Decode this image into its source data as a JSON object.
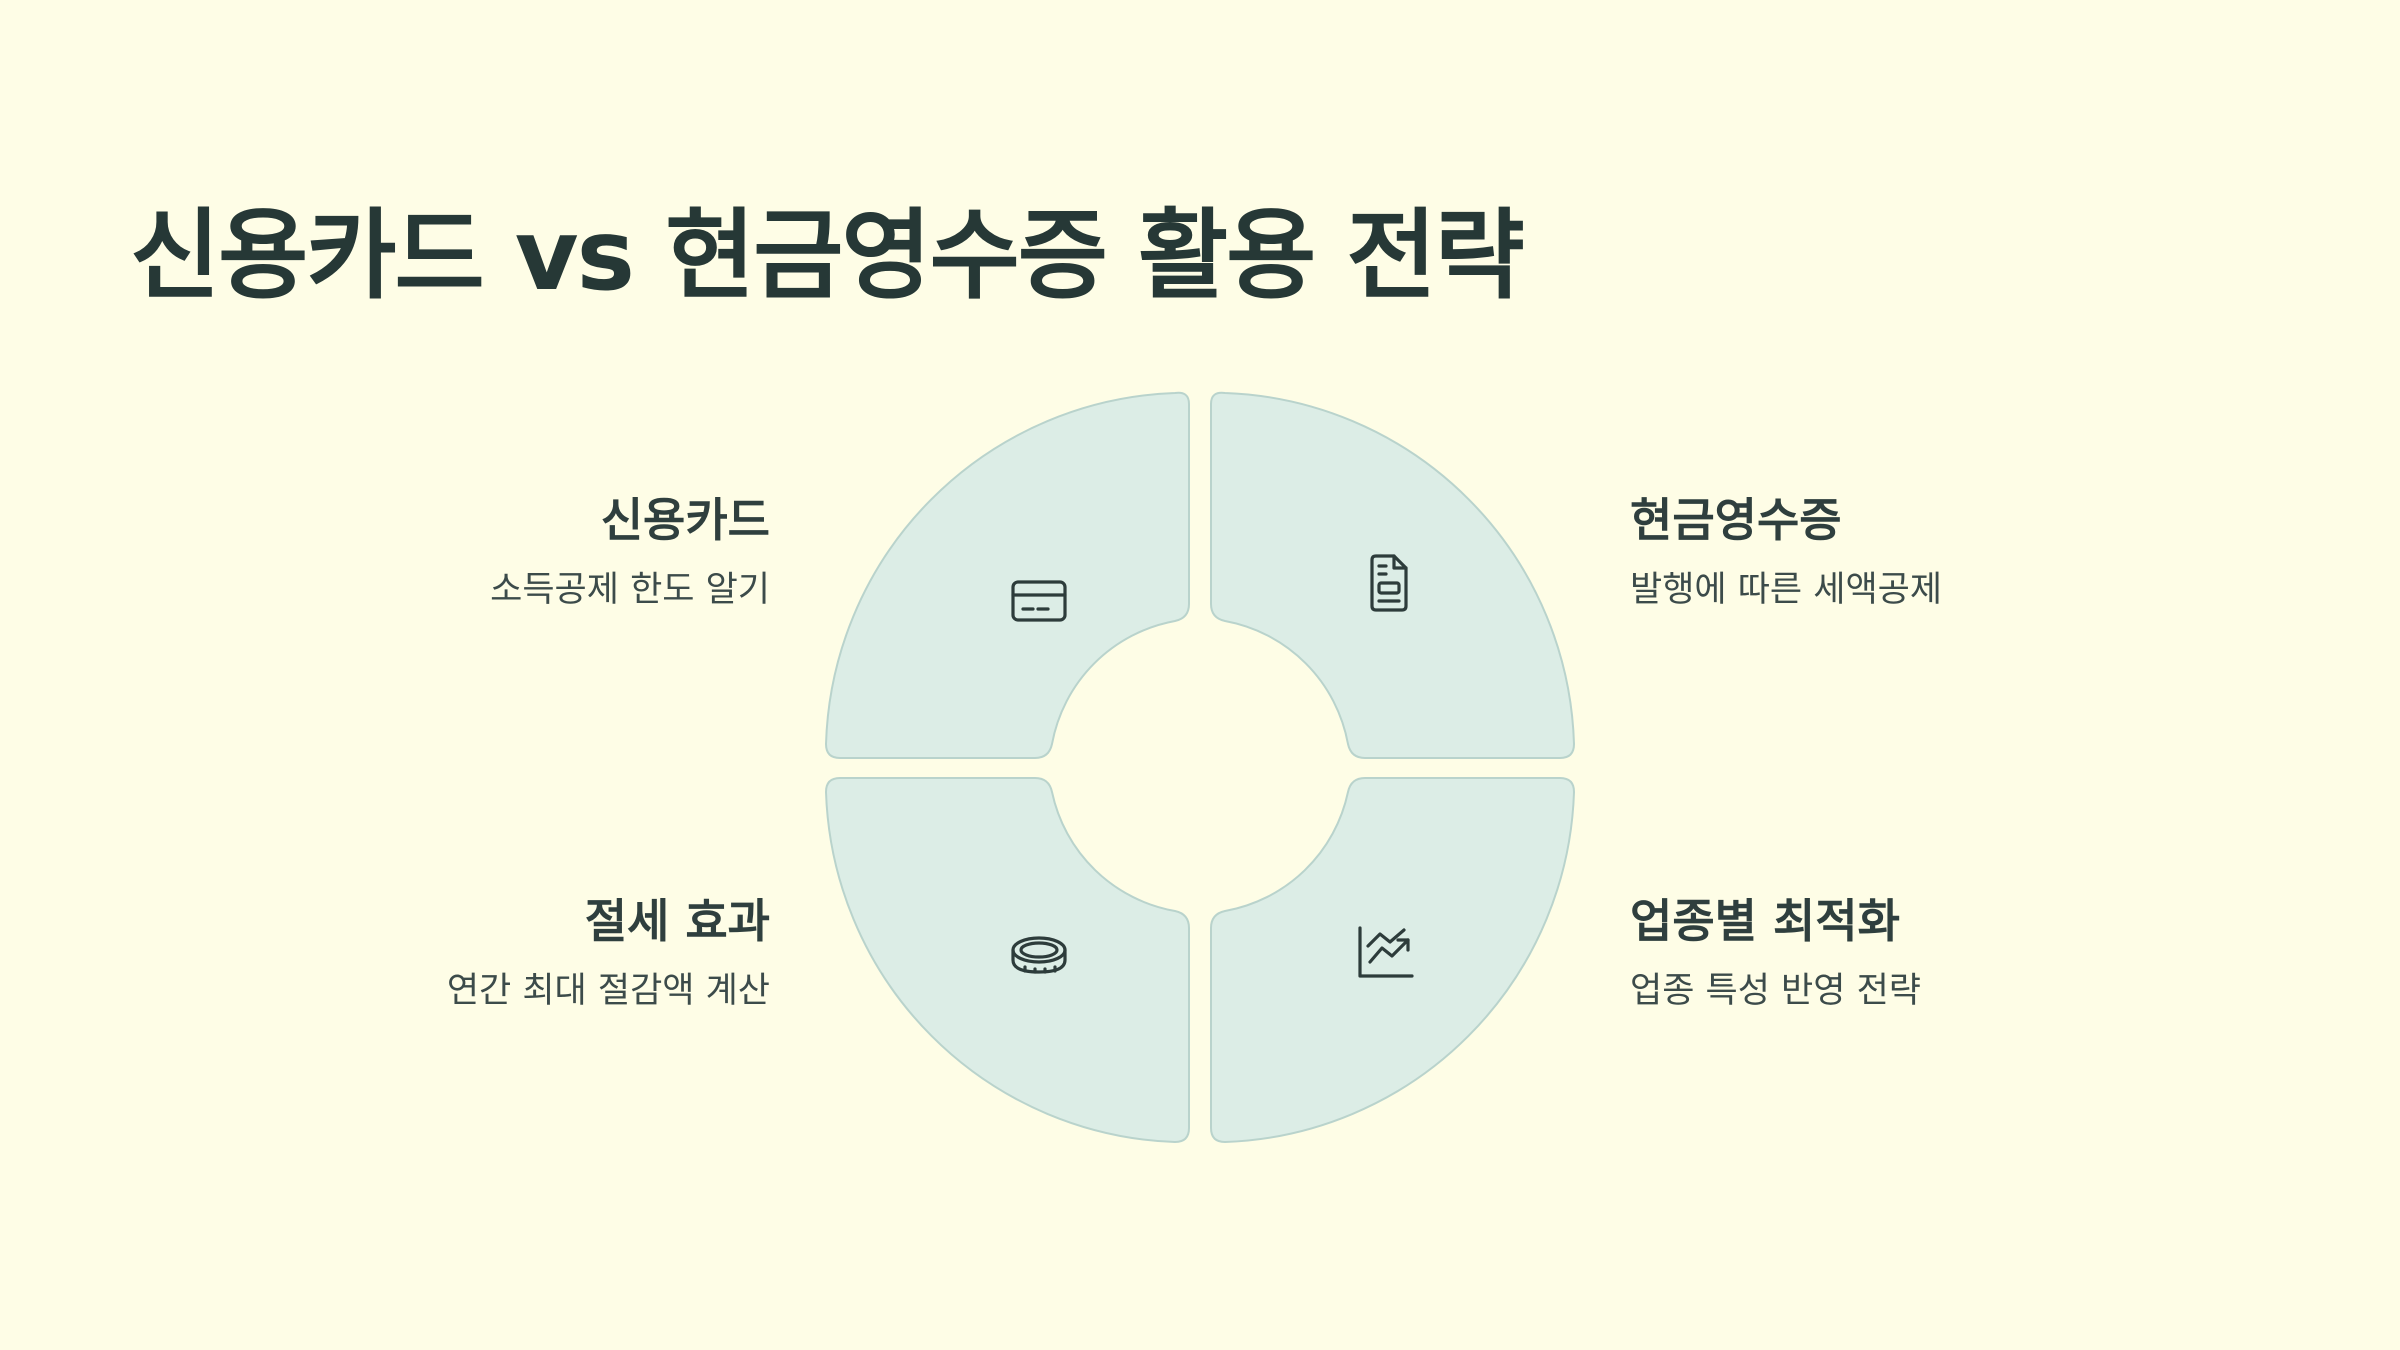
{
  "title": "신용카드 vs 현금영수증 활용 전략",
  "colors": {
    "background": "#fefde6",
    "segment_fill": "#dcede6",
    "segment_stroke": "#b9d3cc",
    "text": "#263836"
  },
  "segments": [
    {
      "position": "top-left",
      "heading": "신용카드",
      "description": "소득공제 한도 알기",
      "icon": "credit-card-icon"
    },
    {
      "position": "top-right",
      "heading": "현금영수증",
      "description": "발행에 따른 세액공제",
      "icon": "receipt-document-icon"
    },
    {
      "position": "bottom-left",
      "heading": "절세 효과",
      "description": "연간 최대 절감액 계산",
      "icon": "coin-icon"
    },
    {
      "position": "bottom-right",
      "heading": "업종별 최적화",
      "description": "업종 특성 반영 전략",
      "icon": "trending-chart-icon"
    }
  ]
}
